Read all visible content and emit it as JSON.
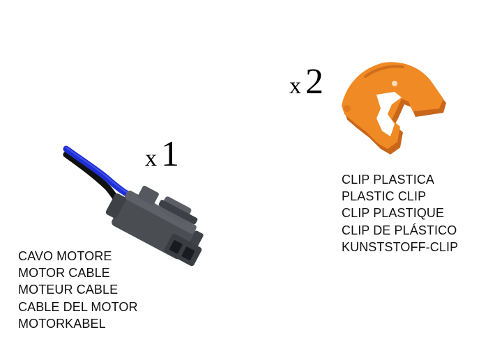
{
  "cable_item": {
    "quantity_prefix": "x",
    "quantity_value": "1",
    "names": [
      "CAVO MOTORE",
      "MOTOR CABLE",
      "MOTEUR CABLE",
      "CABLE DEL MOTOR",
      "MOTORKABEL"
    ],
    "colors": {
      "wire_blue": "#1f2fd6",
      "wire_black": "#111111",
      "connector": "#4a4d52"
    },
    "icon": "motor-cable-connector-icon"
  },
  "clip_item": {
    "quantity_prefix": "x",
    "quantity_value": "2",
    "names": [
      "CLIP PLASTICA",
      "PLASTIC CLIP",
      "CLIP PLASTIQUE",
      "CLIP DE PLÁSTICO",
      "KUNSTSTOFF-CLIP"
    ],
    "colors": {
      "clip_orange": "#f08a24",
      "clip_shadow": "#c8661a"
    },
    "icon": "plastic-clip-icon"
  }
}
